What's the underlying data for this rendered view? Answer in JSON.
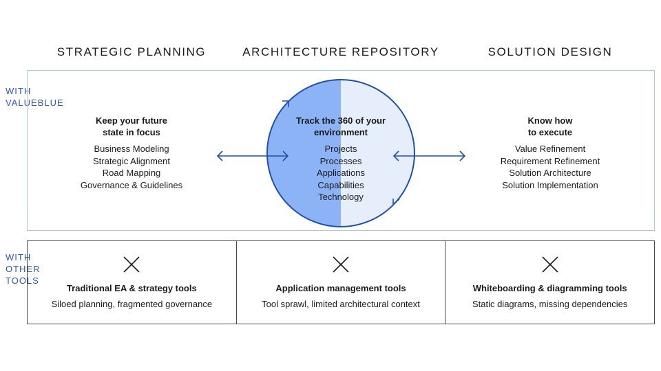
{
  "columns": {
    "left": "STRATEGIC PLANNING",
    "center": "ARCHITECTURE REPOSITORY",
    "right": "SOLUTION DESIGN"
  },
  "side_labels": {
    "with_valueblue": [
      "WITH",
      "VALUEBLUE"
    ],
    "with_other_tools": [
      "WITH",
      "OTHER",
      "TOOLS"
    ]
  },
  "strategic": {
    "heading": [
      "Keep your future",
      "state in focus"
    ],
    "items": [
      "Business Modeling",
      "Strategic Alignment",
      "Road Mapping",
      "Governance & Guidelines"
    ]
  },
  "repository": {
    "heading": [
      "Track the 360 of your",
      "environment"
    ],
    "items": [
      "Projects",
      "Processes",
      "Applications",
      "Capabilities",
      "Technology"
    ]
  },
  "solution": {
    "heading": [
      "Know how",
      "to execute"
    ],
    "items": [
      "Value Refinement",
      "Requirement Refinement",
      "Solution Architecture",
      "Solution Implementation"
    ]
  },
  "other_tools": [
    {
      "title": "Traditional EA & strategy tools",
      "subtitle": "Siloed planning, fragmented governance"
    },
    {
      "title": "Application management tools",
      "subtitle": "Tool sprawl, limited architectural context"
    },
    {
      "title": "Whiteboarding & diagramming tools",
      "subtitle": "Static diagrams, missing dependencies"
    }
  ],
  "colors": {
    "accent": "#1f4fae",
    "circle_left": "#8db3f7",
    "circle_right": "#e6eefc",
    "top_border": "#a9c8ec"
  },
  "icons": [
    "close-icon",
    "double-arrow-icon",
    "cycle-arrow-icon"
  ]
}
